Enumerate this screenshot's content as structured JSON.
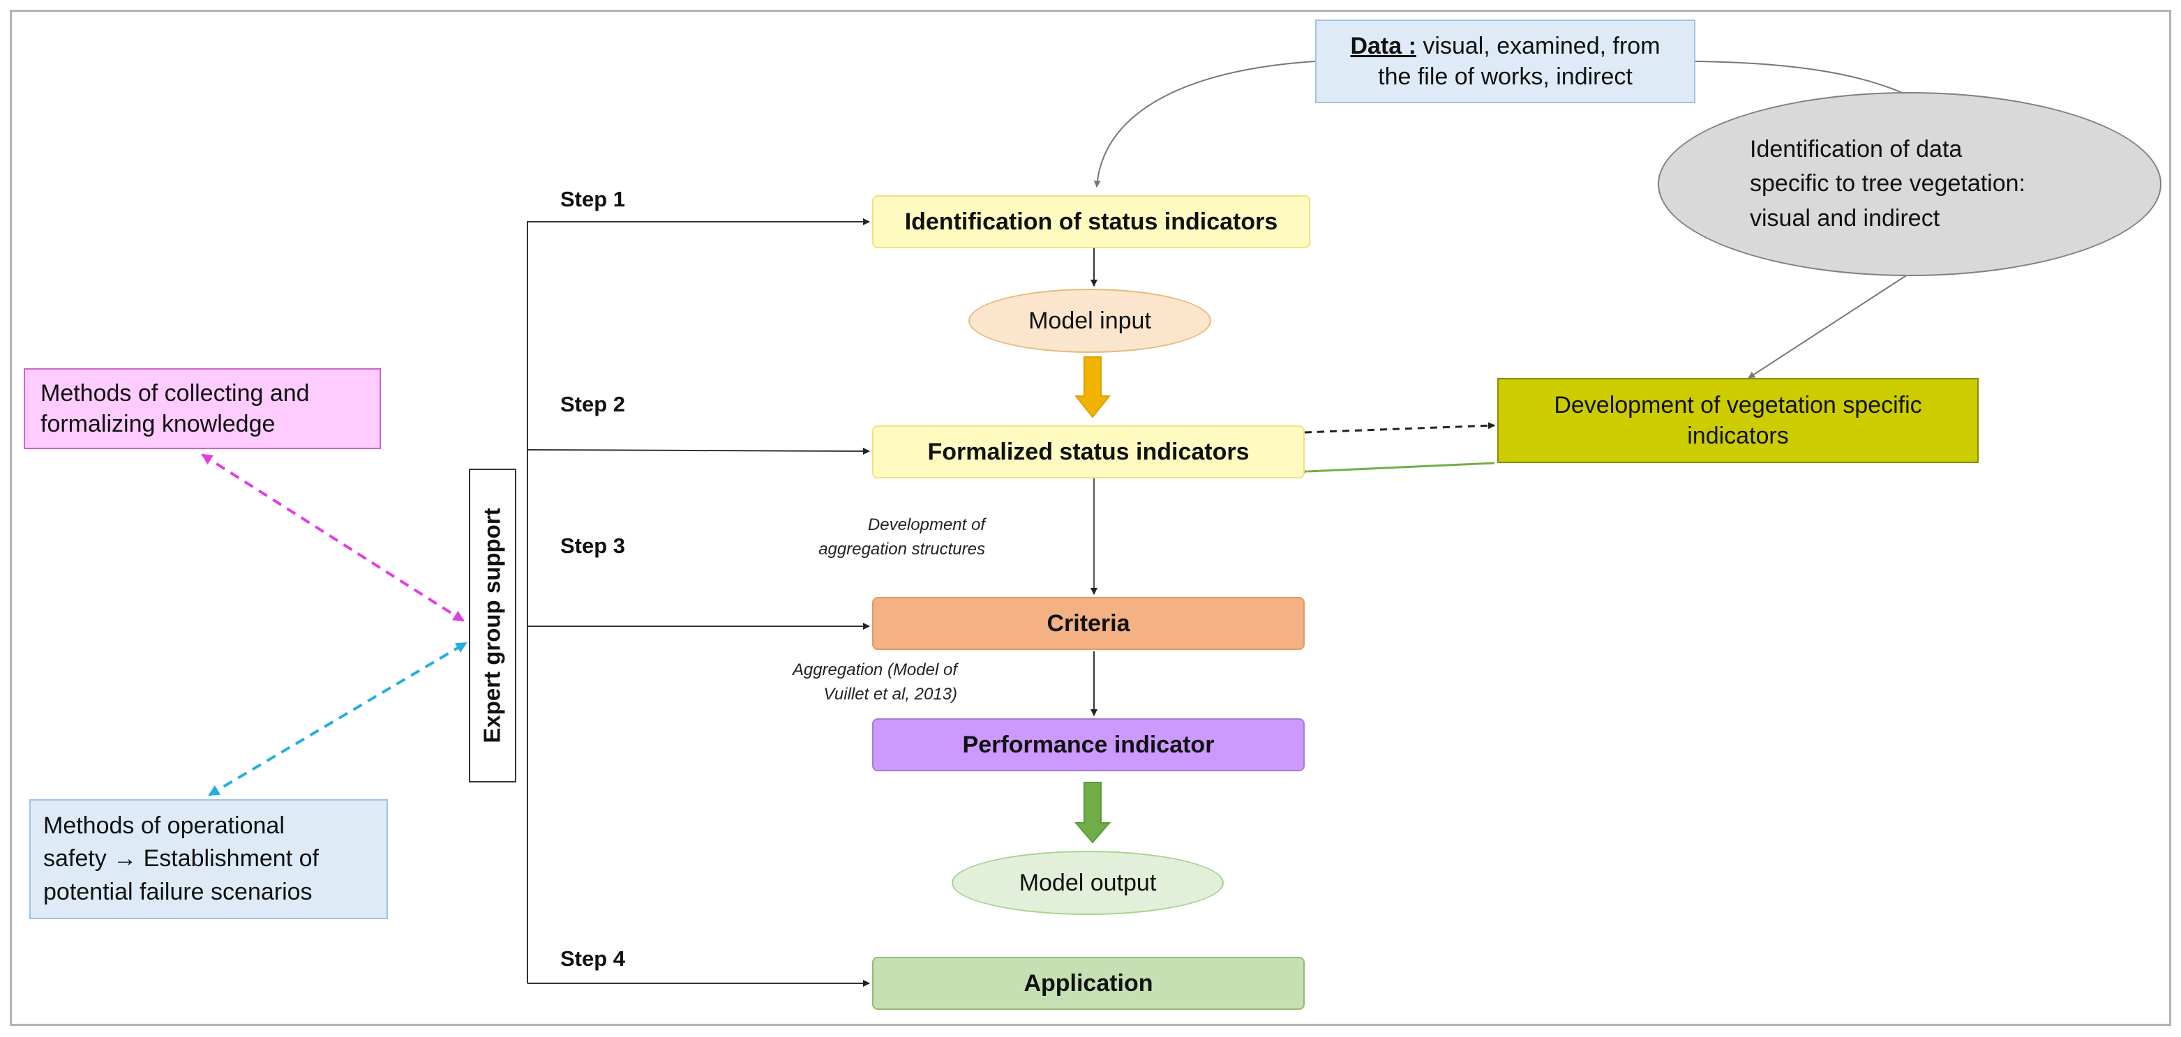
{
  "data_box": {
    "label": "Data :",
    "rest_line1": " visual, examined, from",
    "rest_line2": "the file of works, indirect"
  },
  "tree_ellipse": {
    "line1": "Identification of data",
    "line2": "specific to tree vegetation:",
    "line3": "visual and indirect"
  },
  "steps": {
    "step1": "Step 1",
    "step2": "Step 2",
    "step3": "Step 3",
    "step4": "Step 4"
  },
  "boxes": {
    "identification": "Identification of status indicators",
    "formalized": "Formalized status indicators",
    "criteria": "Criteria",
    "performance": "Performance indicator",
    "application": "Application"
  },
  "ellipses": {
    "model_input": "Model input",
    "model_output": "Model output"
  },
  "vegetation": {
    "line1": "Development of vegetation specific",
    "line2": "indicators"
  },
  "annotations": {
    "development_line1": "Development of",
    "development_line2": "aggregation structures",
    "aggregation_line1": "Aggregation (Model of",
    "aggregation_line2": "Vuillet et al, 2013)"
  },
  "methods_knowledge": {
    "line1": "Methods of collecting and",
    "line2": "formalizing knowledge"
  },
  "methods_safety": {
    "line1": "Methods of operational",
    "line2": "safety",
    "arrow": "→",
    "line2_rest": " Establishment of",
    "line3": "potential failure scenarios"
  },
  "expert": "Expert group support",
  "colors": {
    "yellow_box": "#fffbc0",
    "yellow_border": "#f3e27a",
    "criteria": "#f4b183",
    "performance": "#cc99ff",
    "application": "#c6e0b4",
    "olive": "#cccc00",
    "gray_ellipse": "#d9d9d9",
    "pink": "#ffccff",
    "blue_box": "#deebf7",
    "magenta_dash": "#e040e0",
    "cyan_dash": "#22b0e0"
  }
}
